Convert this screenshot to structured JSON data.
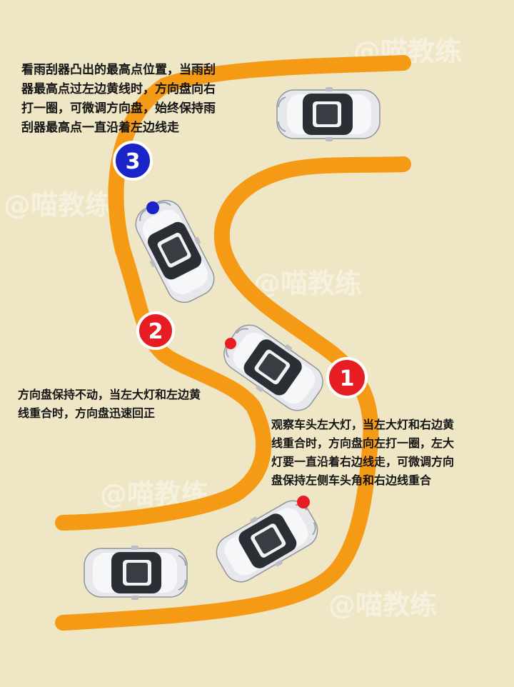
{
  "watermark": "@喵教练",
  "notes": {
    "step3": {
      "lines": [
        "看雨刮器凸出的最高点位置，当雨刮",
        "器最高点过左边黄线时，方向盘向右",
        "打一圈，可微调方向盘，始终保持雨",
        "刮器最高点一直沿着左边线走"
      ]
    },
    "step2": {
      "lines": [
        "方向盘保持不动，当左大灯和左边黄",
        "线重合时，方向盘迅速回正"
      ]
    },
    "step1": {
      "lines": [
        "观察车头左大灯，当左大灯和右边黄",
        "线重合时，方向盘向左打一圈，左大",
        "灯要一直沿着右边线走，可微调方向",
        "盘保持左侧车头角和右边线重合"
      ]
    }
  },
  "badges": [
    {
      "label": "1",
      "color": "#e61e24"
    },
    {
      "label": "2",
      "color": "#e61e24"
    },
    {
      "label": "3",
      "color": "#1a24c8"
    }
  ],
  "colors": {
    "background": "#efe6c6",
    "road_line": "#f59a14",
    "marker_red": "#e61e24",
    "marker_blue": "#1a24c8",
    "car_body": "#eceef2",
    "car_glass": "#2b2e34"
  }
}
